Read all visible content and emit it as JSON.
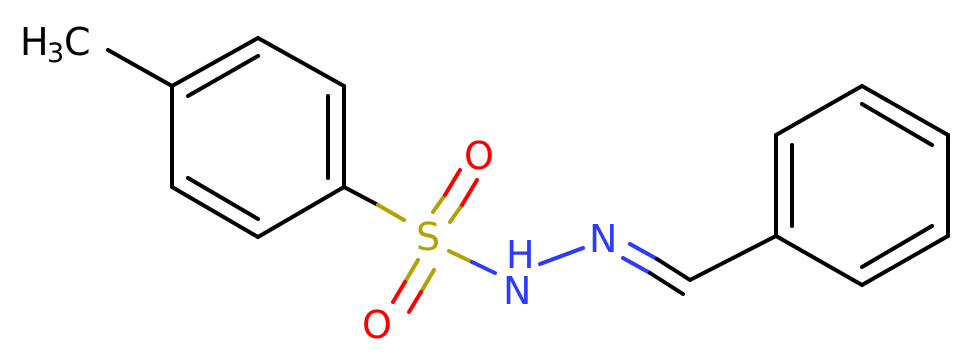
{
  "molecule": {
    "atoms": {
      "methyl": {
        "label": "H",
        "subscript": "3",
        "suffix": "C",
        "color": "#000000"
      },
      "sulfur": {
        "label": "S",
        "color": "#b3a200"
      },
      "oxygen_top": {
        "label": "O",
        "color": "#ff0000"
      },
      "oxygen_bottom": {
        "label": "O",
        "color": "#ff0000"
      },
      "nitrogen_h": {
        "label": "H",
        "suffix": "N",
        "color": "#2b3bff"
      },
      "nitrogen": {
        "label": "N",
        "color": "#2b3bff"
      }
    }
  }
}
